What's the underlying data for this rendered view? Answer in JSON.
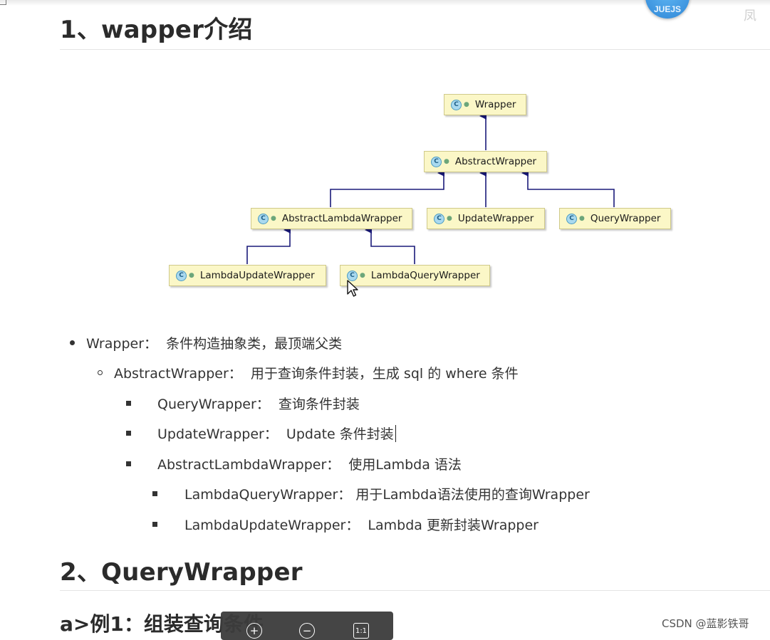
{
  "badge": {
    "text": "JUEJS"
  },
  "corner_text": "凤",
  "section1": {
    "title": "1、wapper介绍"
  },
  "diagram": {
    "nodes": [
      {
        "id": "wrapper",
        "label": "Wrapper",
        "icon": "class-icon"
      },
      {
        "id": "abstract",
        "label": "AbstractWrapper",
        "icon": "class-icon"
      },
      {
        "id": "abstract-lambda",
        "label": "AbstractLambdaWrapper",
        "icon": "class-icon"
      },
      {
        "id": "update",
        "label": "UpdateWrapper",
        "icon": "class-icon"
      },
      {
        "id": "query",
        "label": "QueryWrapper",
        "icon": "class-icon"
      },
      {
        "id": "lambda-update",
        "label": "LambdaUpdateWrapper",
        "icon": "class-icon"
      },
      {
        "id": "lambda-query",
        "label": "LambdaQueryWrapper",
        "icon": "class-icon"
      }
    ],
    "edges": [
      {
        "from": "abstract",
        "to": "wrapper"
      },
      {
        "from": "abstract-lambda",
        "to": "abstract"
      },
      {
        "from": "update",
        "to": "abstract"
      },
      {
        "from": "query",
        "to": "abstract"
      },
      {
        "from": "lambda-update",
        "to": "abstract-lambda"
      },
      {
        "from": "lambda-query",
        "to": "abstract-lambda"
      }
    ],
    "icon_letter": "C",
    "colors": {
      "node_fill": "#fbf7c7",
      "arrow": "#1a1a7a",
      "icon": "#a9d9ef"
    }
  },
  "list": [
    {
      "level": 1,
      "name": "Wrapper：",
      "desc": "条件构造抽象类，最顶端父类"
    },
    {
      "level": 2,
      "name": "AbstractWrapper：",
      "desc": "用于查询条件封装，生成 sql 的 where 条件"
    },
    {
      "level": 3,
      "name": "QueryWrapper：",
      "desc": "查询条件封装"
    },
    {
      "level": 3,
      "name": "UpdateWrapper：",
      "desc": "Update 条件封装"
    },
    {
      "level": 3,
      "name": "AbstractLambdaWrapper：",
      "desc": "使用Lambda 语法"
    },
    {
      "level": 4,
      "name": "LambdaQueryWrapper：",
      "desc": "用于Lambda语法使用的查询Wrapper"
    },
    {
      "level": 4,
      "name": "LambdaUpdateWrapper：",
      "desc": "Lambda 更新封装Wrapper"
    }
  ],
  "section2": {
    "title": "2、QueryWrapper"
  },
  "section2_sub": {
    "title": "a>例1：组装查询条件"
  },
  "toolbar": {
    "zoom_in": "+",
    "zoom_out": "−",
    "actual_size": "1:1"
  },
  "watermark": "CSDN @蓝影铁哥"
}
